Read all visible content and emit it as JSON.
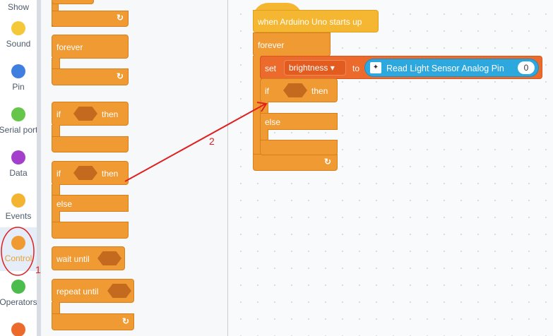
{
  "sidebar": {
    "items": [
      {
        "label": "Show",
        "color": "#c26bd8"
      },
      {
        "label": "Sound",
        "color": "#f5c83a"
      },
      {
        "label": "Pin",
        "color": "#3e7fe0"
      },
      {
        "label": "Serial port",
        "color": "#66c64a"
      },
      {
        "label": "Data",
        "color": "#a33fcb"
      },
      {
        "label": "Events",
        "color": "#f3b431"
      },
      {
        "label": "Control",
        "color": "#f09a33"
      },
      {
        "label": "Operators",
        "color": "#4cbc4c"
      },
      {
        "label": "",
        "color": "#ec6a2c"
      }
    ]
  },
  "palette": {
    "forever_label": "forever",
    "if_label": "if",
    "then_label": "then",
    "else_label": "else",
    "wait_until_label": "wait until",
    "repeat_until_label": "repeat until",
    "loop_arrow": "↻"
  },
  "workspace": {
    "hat_label": "when Arduino Uno starts up",
    "forever_label": "forever",
    "set_label": "set",
    "variable_name": "brightness ▾",
    "to_label": "to",
    "sensor_label": "Read Light Sensor Analog Pin",
    "sensor_pin": "0",
    "if_label": "if",
    "then_label": "then",
    "else_label": "else",
    "loop_arrow": "↻"
  },
  "annotations": {
    "step1": "1",
    "step2": "2",
    "color": "#e02020"
  }
}
